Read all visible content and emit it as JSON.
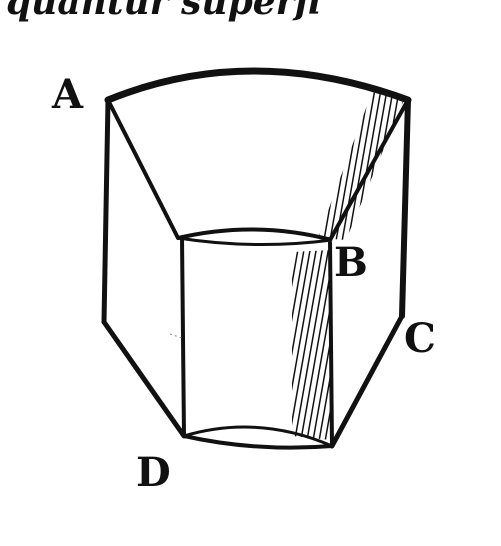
{
  "header_fragment": "quantur  superfi",
  "labels": {
    "a": "A",
    "b": "B",
    "c": "C",
    "d": "D"
  },
  "colors": {
    "ink": "#111111",
    "paper": "#ffffff"
  }
}
